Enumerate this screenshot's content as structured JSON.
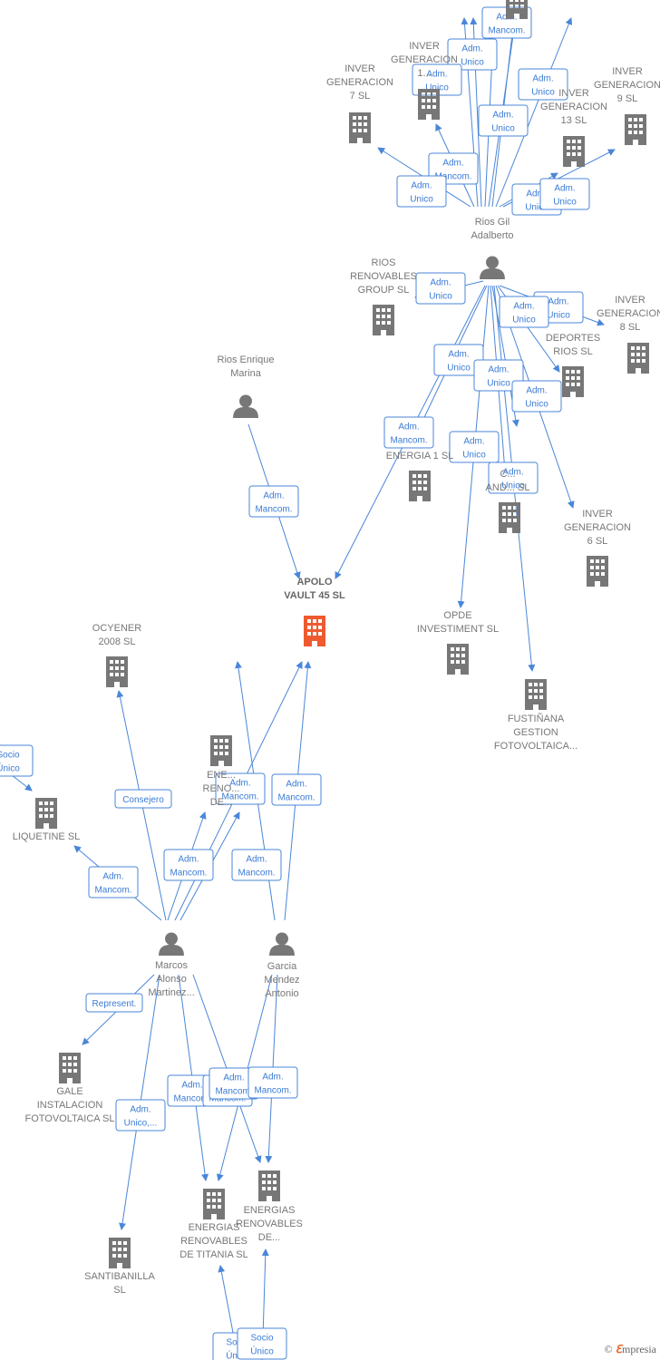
{
  "colors": {
    "edge": "#4a86d8",
    "node": "#777777",
    "highlight": "#ef5a2f",
    "badge_text": "#3a7bd5"
  },
  "nodes": [
    {
      "id": "apolo",
      "type": "company",
      "highlight": true,
      "label": [
        "APOLO",
        "VAULT 45  SL"
      ]
    },
    {
      "id": "rios_gil",
      "type": "person",
      "label": [
        "Rios Gil",
        "Adalberto"
      ]
    },
    {
      "id": "rios_enrique",
      "type": "person",
      "label": [
        "Rios Enrique",
        "Marina"
      ]
    },
    {
      "id": "marcos",
      "type": "person",
      "label": [
        "Marcos",
        "Alonso",
        "Martinez..."
      ]
    },
    {
      "id": "garcia",
      "type": "person",
      "label": [
        "Garcia",
        "Mendez",
        "Antonio"
      ]
    },
    {
      "id": "inv7",
      "type": "company",
      "label": [
        "INVER",
        "GENERACION",
        "7  SL"
      ]
    },
    {
      "id": "inv1x",
      "type": "company",
      "label": [
        "INVER",
        "GENERACION",
        "1..."
      ]
    },
    {
      "id": "inv13",
      "type": "company",
      "label": [
        "INVER",
        "GENERACION",
        "13  SL"
      ]
    },
    {
      "id": "inv9",
      "type": "company",
      "label": [
        "INVER",
        "GENERACION",
        "9  SL"
      ]
    },
    {
      "id": "inv8",
      "type": "company",
      "label": [
        "INVER",
        "GENERACION",
        "8  SL"
      ]
    },
    {
      "id": "rios_ren",
      "type": "company",
      "label": [
        "RIOS",
        "RENOVABLES",
        "GROUP SL"
      ]
    },
    {
      "id": "deportes",
      "type": "company",
      "label": [
        "DEPORTES",
        "RIOS  SL"
      ]
    },
    {
      "id": "energia1",
      "type": "company",
      "label": [
        "ENERGIA 1  SL"
      ]
    },
    {
      "id": "andsl",
      "type": "company",
      "label": [
        "C...",
        "AND...  SL"
      ]
    },
    {
      "id": "inv6",
      "type": "company",
      "label": [
        "INVER",
        "GENERACION",
        "6  SL"
      ]
    },
    {
      "id": "opde",
      "type": "company",
      "label": [
        "OPDE",
        "INVESTIMENT SL"
      ]
    },
    {
      "id": "fusti",
      "type": "company",
      "label": [
        "FUSTIÑANA",
        "GESTION",
        "FOTOVOLTAICA..."
      ]
    },
    {
      "id": "ocyener",
      "type": "company",
      "label": [
        "OCYENER",
        "2008 SL"
      ]
    },
    {
      "id": "liquetine",
      "type": "company",
      "label": [
        "LIQUETINE  SL"
      ]
    },
    {
      "id": "ener_reno",
      "type": "company",
      "label": [
        "ENE...",
        "RENO...",
        "DE..."
      ]
    },
    {
      "id": "gale",
      "type": "company",
      "label": [
        "GALE",
        "INSTALACION",
        "FOTOVOLTAICA SL"
      ]
    },
    {
      "id": "titania",
      "type": "company",
      "label": [
        "ENERGIAS",
        "RENOVABLES",
        "DE TITANIA  SL"
      ]
    },
    {
      "id": "energias_de",
      "type": "company",
      "label": [
        "ENERGIAS",
        "RENOVABLES",
        "DE..."
      ]
    },
    {
      "id": "santibanilla",
      "type": "company",
      "label": [
        "SANTIBANILLA",
        "SL"
      ]
    },
    {
      "id": "top1",
      "type": "company",
      "label": []
    }
  ],
  "badges": [
    {
      "lines": [
        "Adm.",
        "Mancom."
      ]
    },
    {
      "lines": [
        "Adm.",
        "Unico"
      ]
    },
    {
      "lines": [
        "Adm.",
        "Unico"
      ]
    },
    {
      "lines": [
        "Adm.",
        "Unico"
      ]
    },
    {
      "lines": [
        "Adm.",
        "Unico"
      ]
    },
    {
      "lines": [
        "Adm.",
        "Mancom."
      ]
    },
    {
      "lines": [
        "Adm.",
        "Unico"
      ]
    },
    {
      "lines": [
        "Adm.",
        "Unico"
      ]
    },
    {
      "lines": [
        "Adm.",
        "Unico"
      ]
    },
    {
      "lines": [
        "Adm.",
        "Unico"
      ]
    },
    {
      "lines": [
        "Adm.",
        "Unico"
      ]
    },
    {
      "lines": [
        "Adm.",
        "Unico"
      ]
    },
    {
      "lines": [
        "Adm.",
        "Unico"
      ]
    },
    {
      "lines": [
        "Adm.",
        "Unico"
      ]
    },
    {
      "lines": [
        "Adm.",
        "Unico"
      ]
    },
    {
      "lines": [
        "Adm.",
        "Mancom."
      ]
    },
    {
      "lines": [
        "Adm.",
        "Unico"
      ]
    },
    {
      "lines": [
        "Adm.",
        "Unico"
      ]
    },
    {
      "lines": [
        "Adm.",
        "Mancom."
      ]
    },
    {
      "lines": [
        "Socio",
        "Único"
      ]
    },
    {
      "lines": [
        "Consejero"
      ]
    },
    {
      "lines": [
        "Adm.",
        "Mancom."
      ]
    },
    {
      "lines": [
        "Adm.",
        "Mancom."
      ]
    },
    {
      "lines": [
        "Adm.",
        "Mancom."
      ]
    },
    {
      "lines": [
        "Adm.",
        "Mancom."
      ]
    },
    {
      "lines": [
        "Adm.",
        "Mancom."
      ]
    },
    {
      "lines": [
        "Represent."
      ]
    },
    {
      "lines": [
        "Adm.",
        "Unico,..."
      ]
    },
    {
      "lines": [
        "Adm.",
        "Mancom."
      ]
    },
    {
      "lines": [
        "Adm.",
        "Mancom."
      ]
    },
    {
      "lines": [
        "Adm.",
        "Mancom."
      ]
    },
    {
      "lines": [
        "Adm.",
        "Mancom."
      ]
    },
    {
      "lines": [
        "Socio",
        "Único"
      ]
    },
    {
      "lines": [
        "Socio",
        "Único"
      ]
    }
  ],
  "footer": {
    "copyright": "©",
    "brand_initial": "ℇ",
    "brand_rest": "mpresia"
  }
}
